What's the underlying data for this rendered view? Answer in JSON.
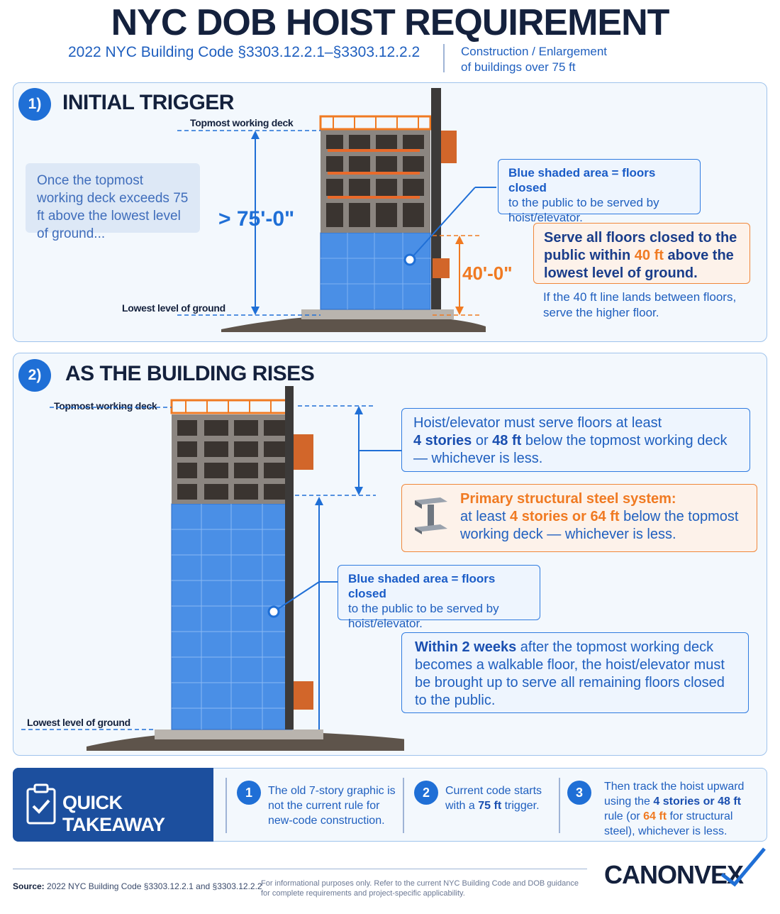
{
  "header": {
    "title": "NYC DOB HOIST REQUIREMENT",
    "subtitle": "2022 NYC Building Code §3303.12.2.1–§3303.12.2.2",
    "scope_line1": "Construction / Enlargement",
    "scope_line2": "of buildings over 75 ft"
  },
  "section1": {
    "number": "1)",
    "title": "INITIAL TRIGGER",
    "topmost_label": "Topmost working deck",
    "lowest_label": "Lowest level of ground",
    "callout": "Once the topmost working deck exceeds 75 ft above the lowest level of ground...",
    "height_dim": "> 75'-0\"",
    "serve_dim": "40'-0\"",
    "blue_box_title": "Blue shaded area = floors closed",
    "blue_box_body": "to the public to be served by hoist/elevator.",
    "orange_box_pre": "Serve all floors closed to the public within ",
    "orange_box_highlight": "40 ft",
    "orange_box_post": " above the lowest level of ground.",
    "note": "If the 40 ft line lands between floors, serve the higher floor."
  },
  "section2": {
    "number": "2)",
    "title": "AS THE BUILDING RISES",
    "topmost_label": "Topmost working deck",
    "lowest_label": "Lowest level of ground",
    "hoist_box_line1": "Hoist/elevator must serve floors at least",
    "hoist_box_stories": "4 stories",
    "hoist_box_or": " or ",
    "hoist_box_ft": "48 ft",
    "hoist_box_rest": " below the topmost working deck — whichever is less.",
    "steel_title": "Primary structural steel system:",
    "steel_pre": "at least ",
    "steel_stories": "4 stories",
    "steel_or": " or ",
    "steel_ft": "64 ft",
    "steel_rest": " below the topmost working deck — whichever is less.",
    "blue_box_title": "Blue shaded area = floors closed",
    "blue_box_body": "to the public to be served by hoist/elevator.",
    "weeks_highlight": "Within 2 weeks",
    "weeks_rest": " after the topmost working deck becomes a walkable floor, the hoist/elevator must be brought up to serve all remaining floors closed to the public."
  },
  "takeaway": {
    "title": "QUICK TAKEAWAY",
    "items": [
      {
        "num": "1",
        "text": "The old 7-story graphic is not the current rule for new-code construction."
      },
      {
        "num": "2",
        "pre": "Current code starts with a ",
        "bold": "75 ft",
        "post": " trigger."
      },
      {
        "num": "3",
        "pre": "Then track the hoist upward using the ",
        "bold1": "4 stories or 48 ft",
        "mid": " rule (or ",
        "bold2": "64 ft",
        "post": " for structural steel), whichever is less."
      }
    ]
  },
  "footer": {
    "source_label": "Source:",
    "source_text": "2022 NYC Building Code §3303.12.2.1 and §3303.12.2.2",
    "disclaimer": "For informational purposes only. Refer to the current NYC Building Code and DOB guidance for complete requirements and project-specific applicability.",
    "brand": "CANONVEX"
  },
  "colors": {
    "primary_blue": "#1f6fd6",
    "navy": "#14213d",
    "accent_orange": "#f07a22",
    "panel_bg": "#f3f8fd",
    "shaded_floor_blue": "#4a8fe6"
  }
}
